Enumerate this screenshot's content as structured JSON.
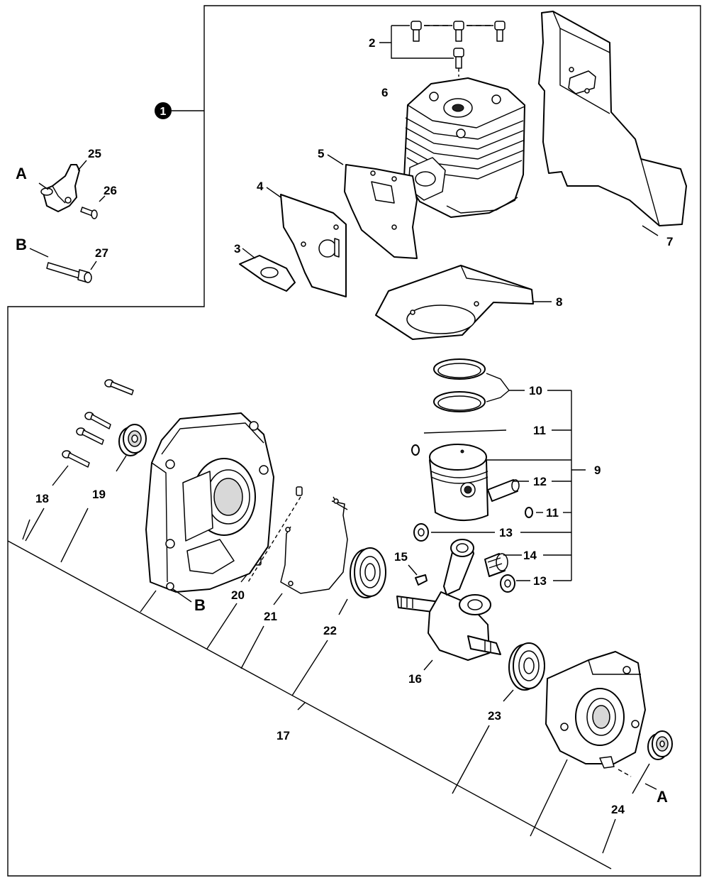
{
  "assembly_marker": "1",
  "part_labels": {
    "p2": "2",
    "p3": "3",
    "p4": "4",
    "p5": "5",
    "p6": "6",
    "p7": "7",
    "p8": "8",
    "p9": "9",
    "p10": "10",
    "p11a": "11",
    "p11b": "11",
    "p12": "12",
    "p13a": "13",
    "p13b": "13",
    "p14": "14",
    "p15": "15",
    "p16": "16",
    "p17": "17",
    "p18": "18",
    "p19": "19",
    "p20": "20",
    "p21": "21",
    "p22": "22",
    "p23": "23",
    "p24": "24",
    "p25": "25",
    "p26": "26",
    "p27": "27"
  },
  "ref_labels": {
    "a_top": "A",
    "b_left": "B",
    "b_case": "B",
    "a_bottom": "A"
  }
}
